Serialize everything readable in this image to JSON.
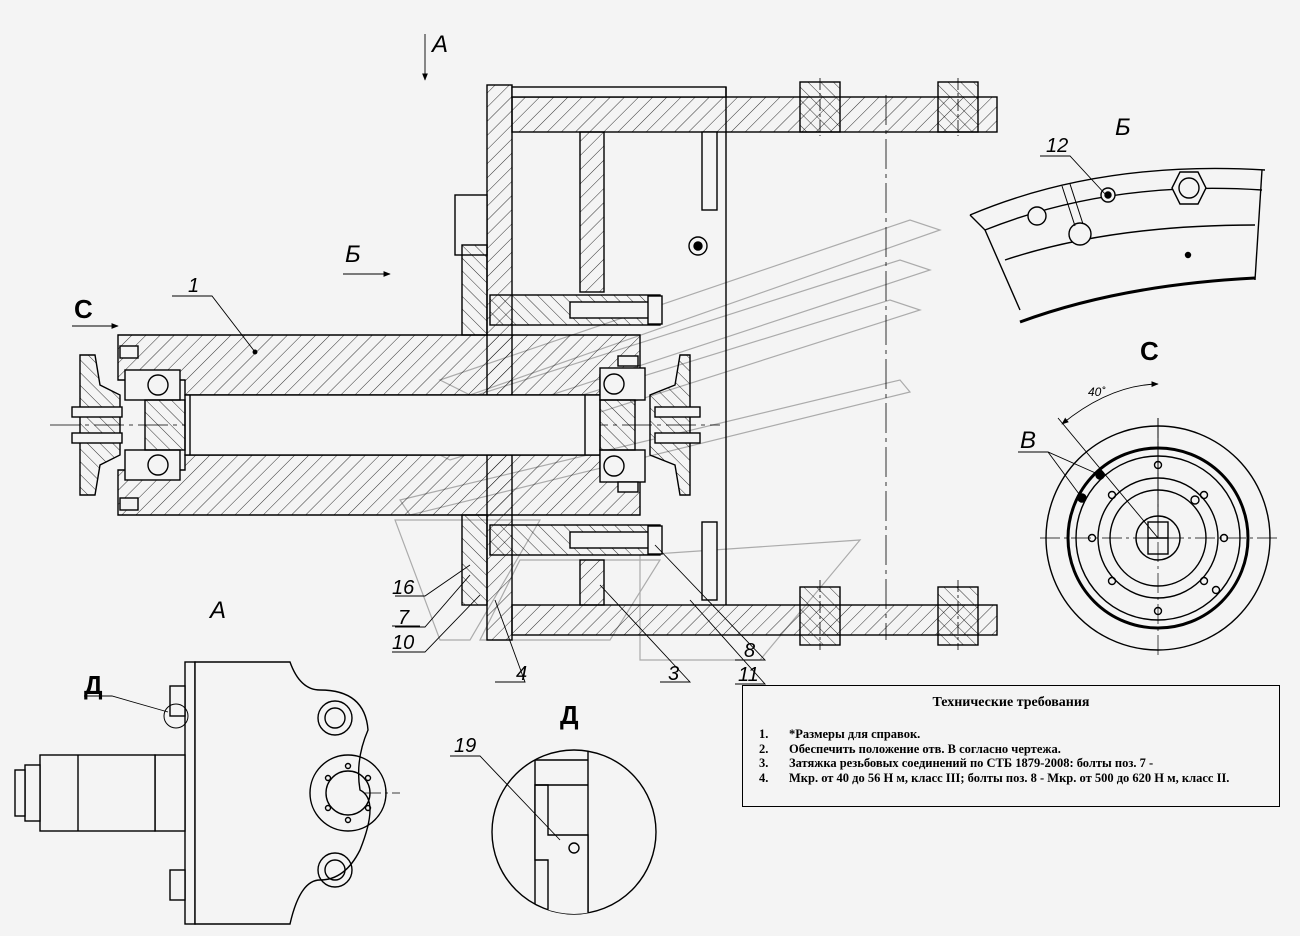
{
  "views": {
    "section_a_arrow": "А",
    "view_b_arrow": "Б",
    "view_c_arrow": "С",
    "view_a_title": "А",
    "view_b_title": "Б",
    "view_c_title": "С",
    "detail_d_callout": "Д",
    "detail_d_title": "Д",
    "hole_v_label": "В"
  },
  "dimensions": {
    "angle": "40˚"
  },
  "callouts": [
    {
      "id": "p1",
      "text": "1"
    },
    {
      "id": "p3",
      "text": "3"
    },
    {
      "id": "p4",
      "text": "4"
    },
    {
      "id": "p7",
      "text": "7"
    },
    {
      "id": "p8",
      "text": "8"
    },
    {
      "id": "p10",
      "text": "10"
    },
    {
      "id": "p11",
      "text": "11"
    },
    {
      "id": "p12",
      "text": "12"
    },
    {
      "id": "p16",
      "text": "16"
    },
    {
      "id": "p19",
      "text": "19"
    }
  ],
  "tech_requirements": {
    "title": "Технические требования",
    "items": [
      {
        "num": "1.",
        "text": "*Размеры для справок."
      },
      {
        "num": "2.",
        "text": "Обеспечить положение отв. В согласно чертежа."
      },
      {
        "num": "3.",
        "text": "Затяжка резьбовых соединений по СТБ 1879-2008: болты поз. 7 -"
      },
      {
        "num": "4.",
        "text": "Мкр. от 40 до 56 Н м, класс III; болты поз. 8 - Мкр.  от 500 до 620 Н м, класс II."
      }
    ]
  },
  "colors": {
    "line": "#000000",
    "paper": "#f4f4f4",
    "watermark": "#9a9a9a"
  }
}
